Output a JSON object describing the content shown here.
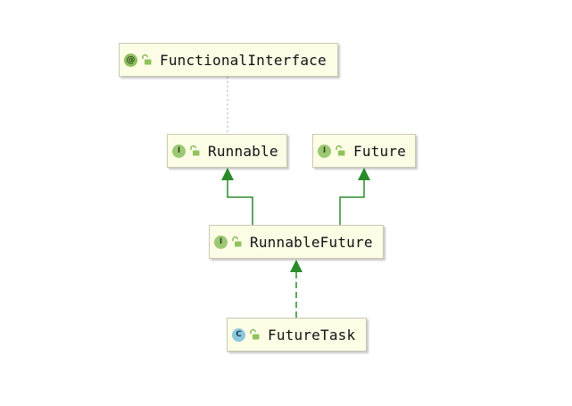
{
  "diagram": {
    "nodes": [
      {
        "id": "functional_interface",
        "kind": "annotation",
        "kind_glyph": "@",
        "visibility_icon": "unlocked-public-icon",
        "label": "FunctionalInterface"
      },
      {
        "id": "runnable",
        "kind": "interface",
        "kind_glyph": "I",
        "visibility_icon": "unlocked-public-icon",
        "label": "Runnable"
      },
      {
        "id": "future",
        "kind": "interface",
        "kind_glyph": "I",
        "visibility_icon": "unlocked-public-icon",
        "label": "Future"
      },
      {
        "id": "runnable_future",
        "kind": "interface",
        "kind_glyph": "I",
        "visibility_icon": "unlocked-public-icon",
        "label": "RunnableFuture"
      },
      {
        "id": "future_task",
        "kind": "class",
        "kind_glyph": "C",
        "visibility_icon": "unlocked-public-icon",
        "label": "FutureTask"
      }
    ],
    "edges": [
      {
        "from": "runnable",
        "to": "functional_interface",
        "type": "annotated-by"
      },
      {
        "from": "runnable_future",
        "to": "runnable",
        "type": "extends"
      },
      {
        "from": "runnable_future",
        "to": "future",
        "type": "extends"
      },
      {
        "from": "future_task",
        "to": "runnable_future",
        "type": "implements"
      }
    ],
    "colors": {
      "node_fill": "#fdfde6",
      "node_border": "#c9c9b4",
      "inheritance_edge": "#2a8a2a",
      "annotation_edge": "#b0b0a0",
      "interface_icon": "#9cc873",
      "class_icon": "#8cc7dc",
      "annotation_icon": "#8fbf5c",
      "unlocked_icon": "#7db54f"
    }
  }
}
